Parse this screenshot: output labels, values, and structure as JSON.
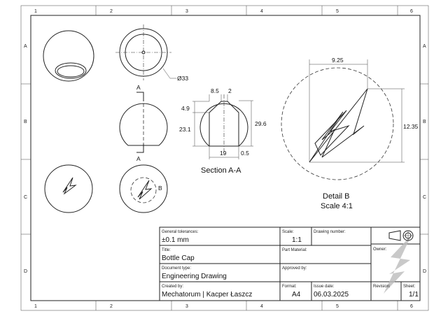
{
  "grid": {
    "columns": [
      "1",
      "2",
      "3",
      "4",
      "5",
      "6"
    ],
    "rows": [
      "A",
      "B",
      "C",
      "D"
    ]
  },
  "views": {
    "diameter": "Ø33",
    "section_marker": "A",
    "detail_marker": "B",
    "section_title": "Section A-A",
    "detail_title": "Detail B",
    "detail_scale": "Scale 4:1"
  },
  "dimensions": {
    "d1": "8.5",
    "d2": "2",
    "d3": "4.9",
    "d4": "23.1",
    "d5": "29.6",
    "d6": "19",
    "d7": "0.5",
    "d8": "9.25",
    "d9": "12.35"
  },
  "title_block": {
    "tolerances_label": "General tolerances:",
    "tolerances": "±0.1 mm",
    "scale_label": "Scale:",
    "scale": "1:1",
    "drawing_number_label": "Drawing number:",
    "title_label": "Title:",
    "title": "Bottle Cap",
    "material_label": "Part Material:",
    "owner_label": "Owner:",
    "doc_type_label": "Document type:",
    "doc_type": "Engineering Drawing",
    "approved_label": "Approved by:",
    "created_label": "Created by:",
    "created": "Mechatorum | Kacper Łaszcz",
    "format_label": "Format:",
    "format": "A4",
    "issue_label": "Issue date:",
    "issue": "06.03.2025",
    "revision_label": "Revision:",
    "sheet_label": "Sheet:",
    "sheet": "1/1"
  }
}
